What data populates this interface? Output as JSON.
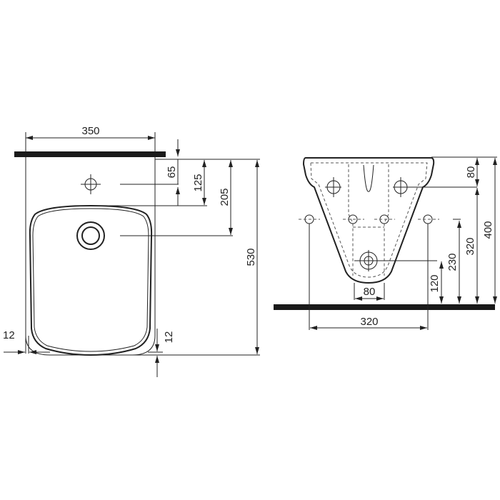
{
  "colors": {
    "line": "#222222",
    "wall": "#1a1a1a",
    "background": "#ffffff"
  },
  "top_view": {
    "dimensions": {
      "width": "350",
      "inlet_from_wall": "65",
      "seat_from_wall": "125",
      "outlet_from_wall": "205",
      "depth": "530",
      "side_offset": "12",
      "front_offset": "12"
    }
  },
  "front_view": {
    "dimensions": {
      "bolt_spacing": "80",
      "total_height": "400",
      "bolt_height": "320",
      "fixing_height": "230",
      "outlet_height": "120",
      "outlet_width": "80",
      "fixing_spacing": "320"
    }
  }
}
